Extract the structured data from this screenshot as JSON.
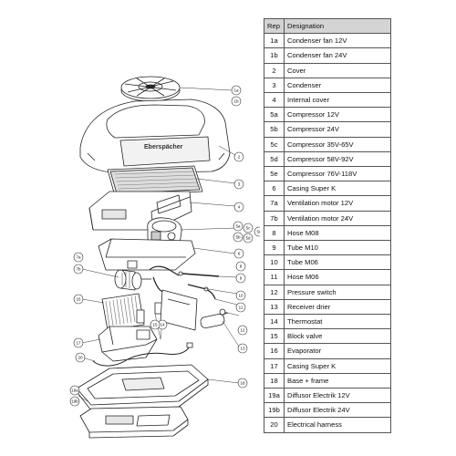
{
  "table": {
    "headers": {
      "rep": "Rep",
      "designation": "Designation"
    },
    "rows": [
      {
        "rep": "1a",
        "designation": "Condenser fan 12V"
      },
      {
        "rep": "1b",
        "designation": "Condenser fan 24V"
      },
      {
        "rep": "2",
        "designation": "Cover"
      },
      {
        "rep": "3",
        "designation": "Condenser"
      },
      {
        "rep": "4",
        "designation": "Internal cover"
      },
      {
        "rep": "5a",
        "designation": "Compressor 12V"
      },
      {
        "rep": "5b",
        "designation": "Compressor 24V"
      },
      {
        "rep": "5c",
        "designation": "Compressor 35V-65V"
      },
      {
        "rep": "5d",
        "designation": "Compressor 58V-92V"
      },
      {
        "rep": "5e",
        "designation": "Compressor 76V-118V"
      },
      {
        "rep": "6",
        "designation": "Casing Super K"
      },
      {
        "rep": "7a",
        "designation": "Ventilation motor 12V"
      },
      {
        "rep": "7b",
        "designation": "Ventilation motor 24V"
      },
      {
        "rep": "8",
        "designation": "Hose M08"
      },
      {
        "rep": "9",
        "designation": "Tube M10"
      },
      {
        "rep": "10",
        "designation": "Tube M06"
      },
      {
        "rep": "11",
        "designation": "Hose M06"
      },
      {
        "rep": "12",
        "designation": "Pressure switch"
      },
      {
        "rep": "13",
        "designation": "Receiver drier"
      },
      {
        "rep": "14",
        "designation": "Thermostat"
      },
      {
        "rep": "15",
        "designation": "Block valve"
      },
      {
        "rep": "16",
        "designation": "Evaporator"
      },
      {
        "rep": "17",
        "designation": "Casing Super K"
      },
      {
        "rep": "18",
        "designation": "Base + frame"
      },
      {
        "rep": "19a",
        "designation": "Diffusor Electrik 12V"
      },
      {
        "rep": "19b",
        "designation": "Diffusor Electrik 24V"
      },
      {
        "rep": "20",
        "designation": "Electrical harness"
      }
    ]
  },
  "diagram": {
    "brand_mark": "Eberspächer",
    "callouts": {
      "c1a": "1a",
      "c1b": "1b",
      "c2": "2",
      "c3": "3",
      "c4": "4",
      "c5a": "5a",
      "c5b": "5b",
      "c5c": "5c",
      "c5d": "5d",
      "c5e": "5e",
      "c6": "6",
      "c7a": "7a",
      "c7b": "7b",
      "c8": "8",
      "c9": "9",
      "c10": "10",
      "c11": "11",
      "c12": "12",
      "c13": "13",
      "c14": "14",
      "c15": "15",
      "c16": "16",
      "c17": "17",
      "c18": "18",
      "c19a": "19a",
      "c19b": "19b",
      "c20": "20"
    }
  }
}
